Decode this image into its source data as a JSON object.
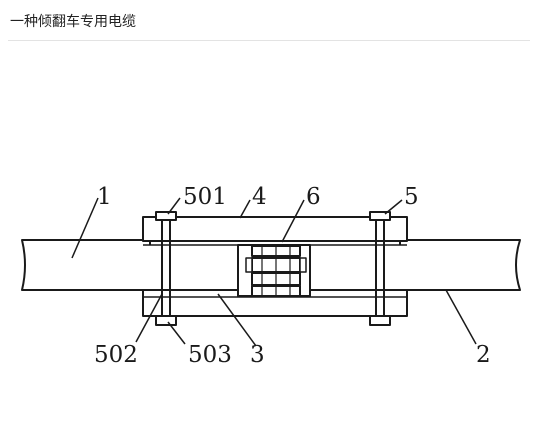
{
  "page": {
    "title": "一种倾翻车专用电缆"
  },
  "figure": {
    "labels": {
      "cable_1": "1",
      "cable_2": "2",
      "clamp_3": "3",
      "plate_4": "4",
      "bolt_5": "5",
      "connector_6": "6",
      "bolt_501": "501",
      "nut_502": "502",
      "washer_503": "503"
    }
  }
}
